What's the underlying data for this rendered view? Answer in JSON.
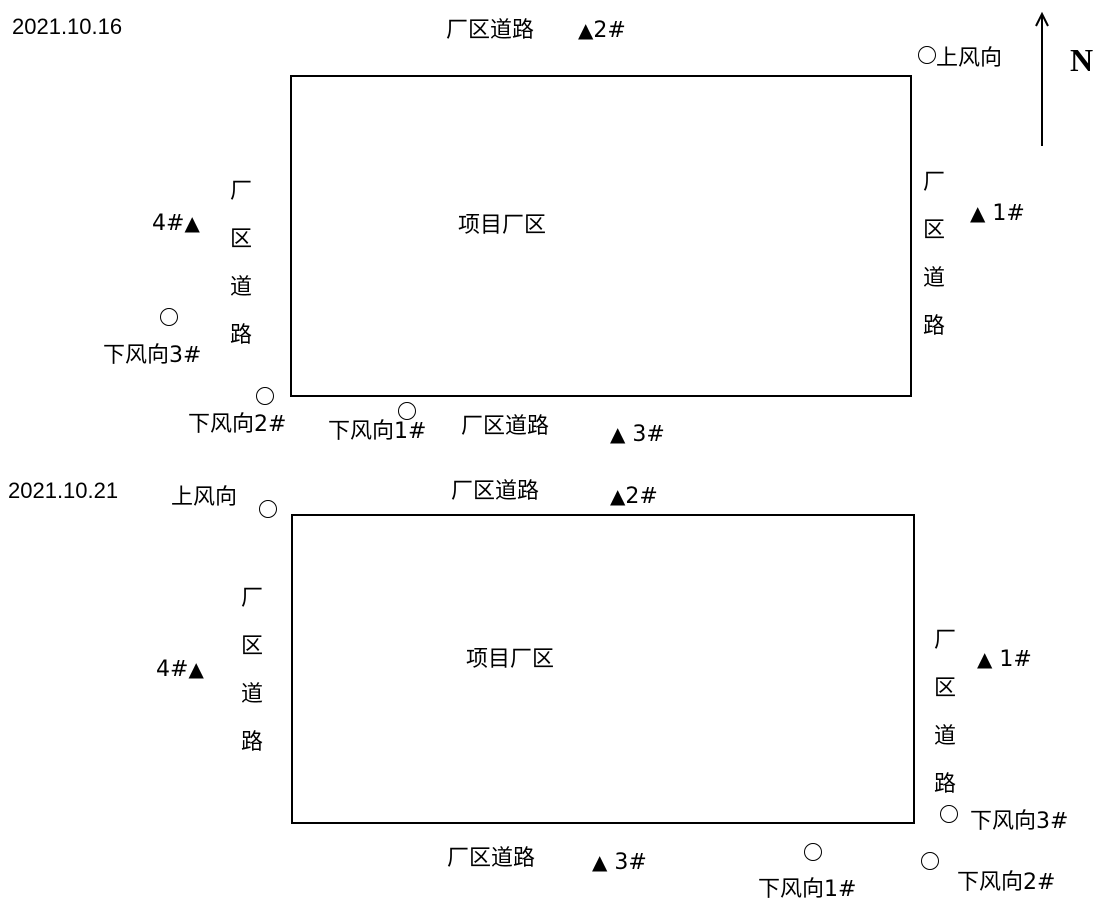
{
  "north": {
    "label": "N"
  },
  "panels": [
    {
      "date": "2021.10.16",
      "center_label": "项目厂区",
      "road_top": "厂区道路",
      "road_bottom": "厂区道路",
      "road_left_chars": [
        "厂",
        "区",
        "道",
        "路"
      ],
      "road_right_chars": [
        "厂",
        "区",
        "道",
        "路"
      ],
      "points": {
        "p1": "1#",
        "p2": "2#",
        "p3": "3#",
        "p4": "4#",
        "upwind": "上风向",
        "down1": "下风向1#",
        "down2": "下风向2#",
        "down3": "下风向3#"
      }
    },
    {
      "date": "2021.10.21",
      "center_label": "项目厂区",
      "road_top": "厂区道路",
      "road_bottom": "厂区道路",
      "road_left_chars": [
        "厂",
        "区",
        "道",
        "路"
      ],
      "road_right_chars": [
        "厂",
        "区",
        "道",
        "路"
      ],
      "points": {
        "p1": "1#",
        "p2": "2#",
        "p3": "3#",
        "p4": "4#",
        "upwind": "上风向",
        "down1": "下风向1#",
        "down2": "下风向2#",
        "down3": "下风向3#"
      }
    }
  ]
}
